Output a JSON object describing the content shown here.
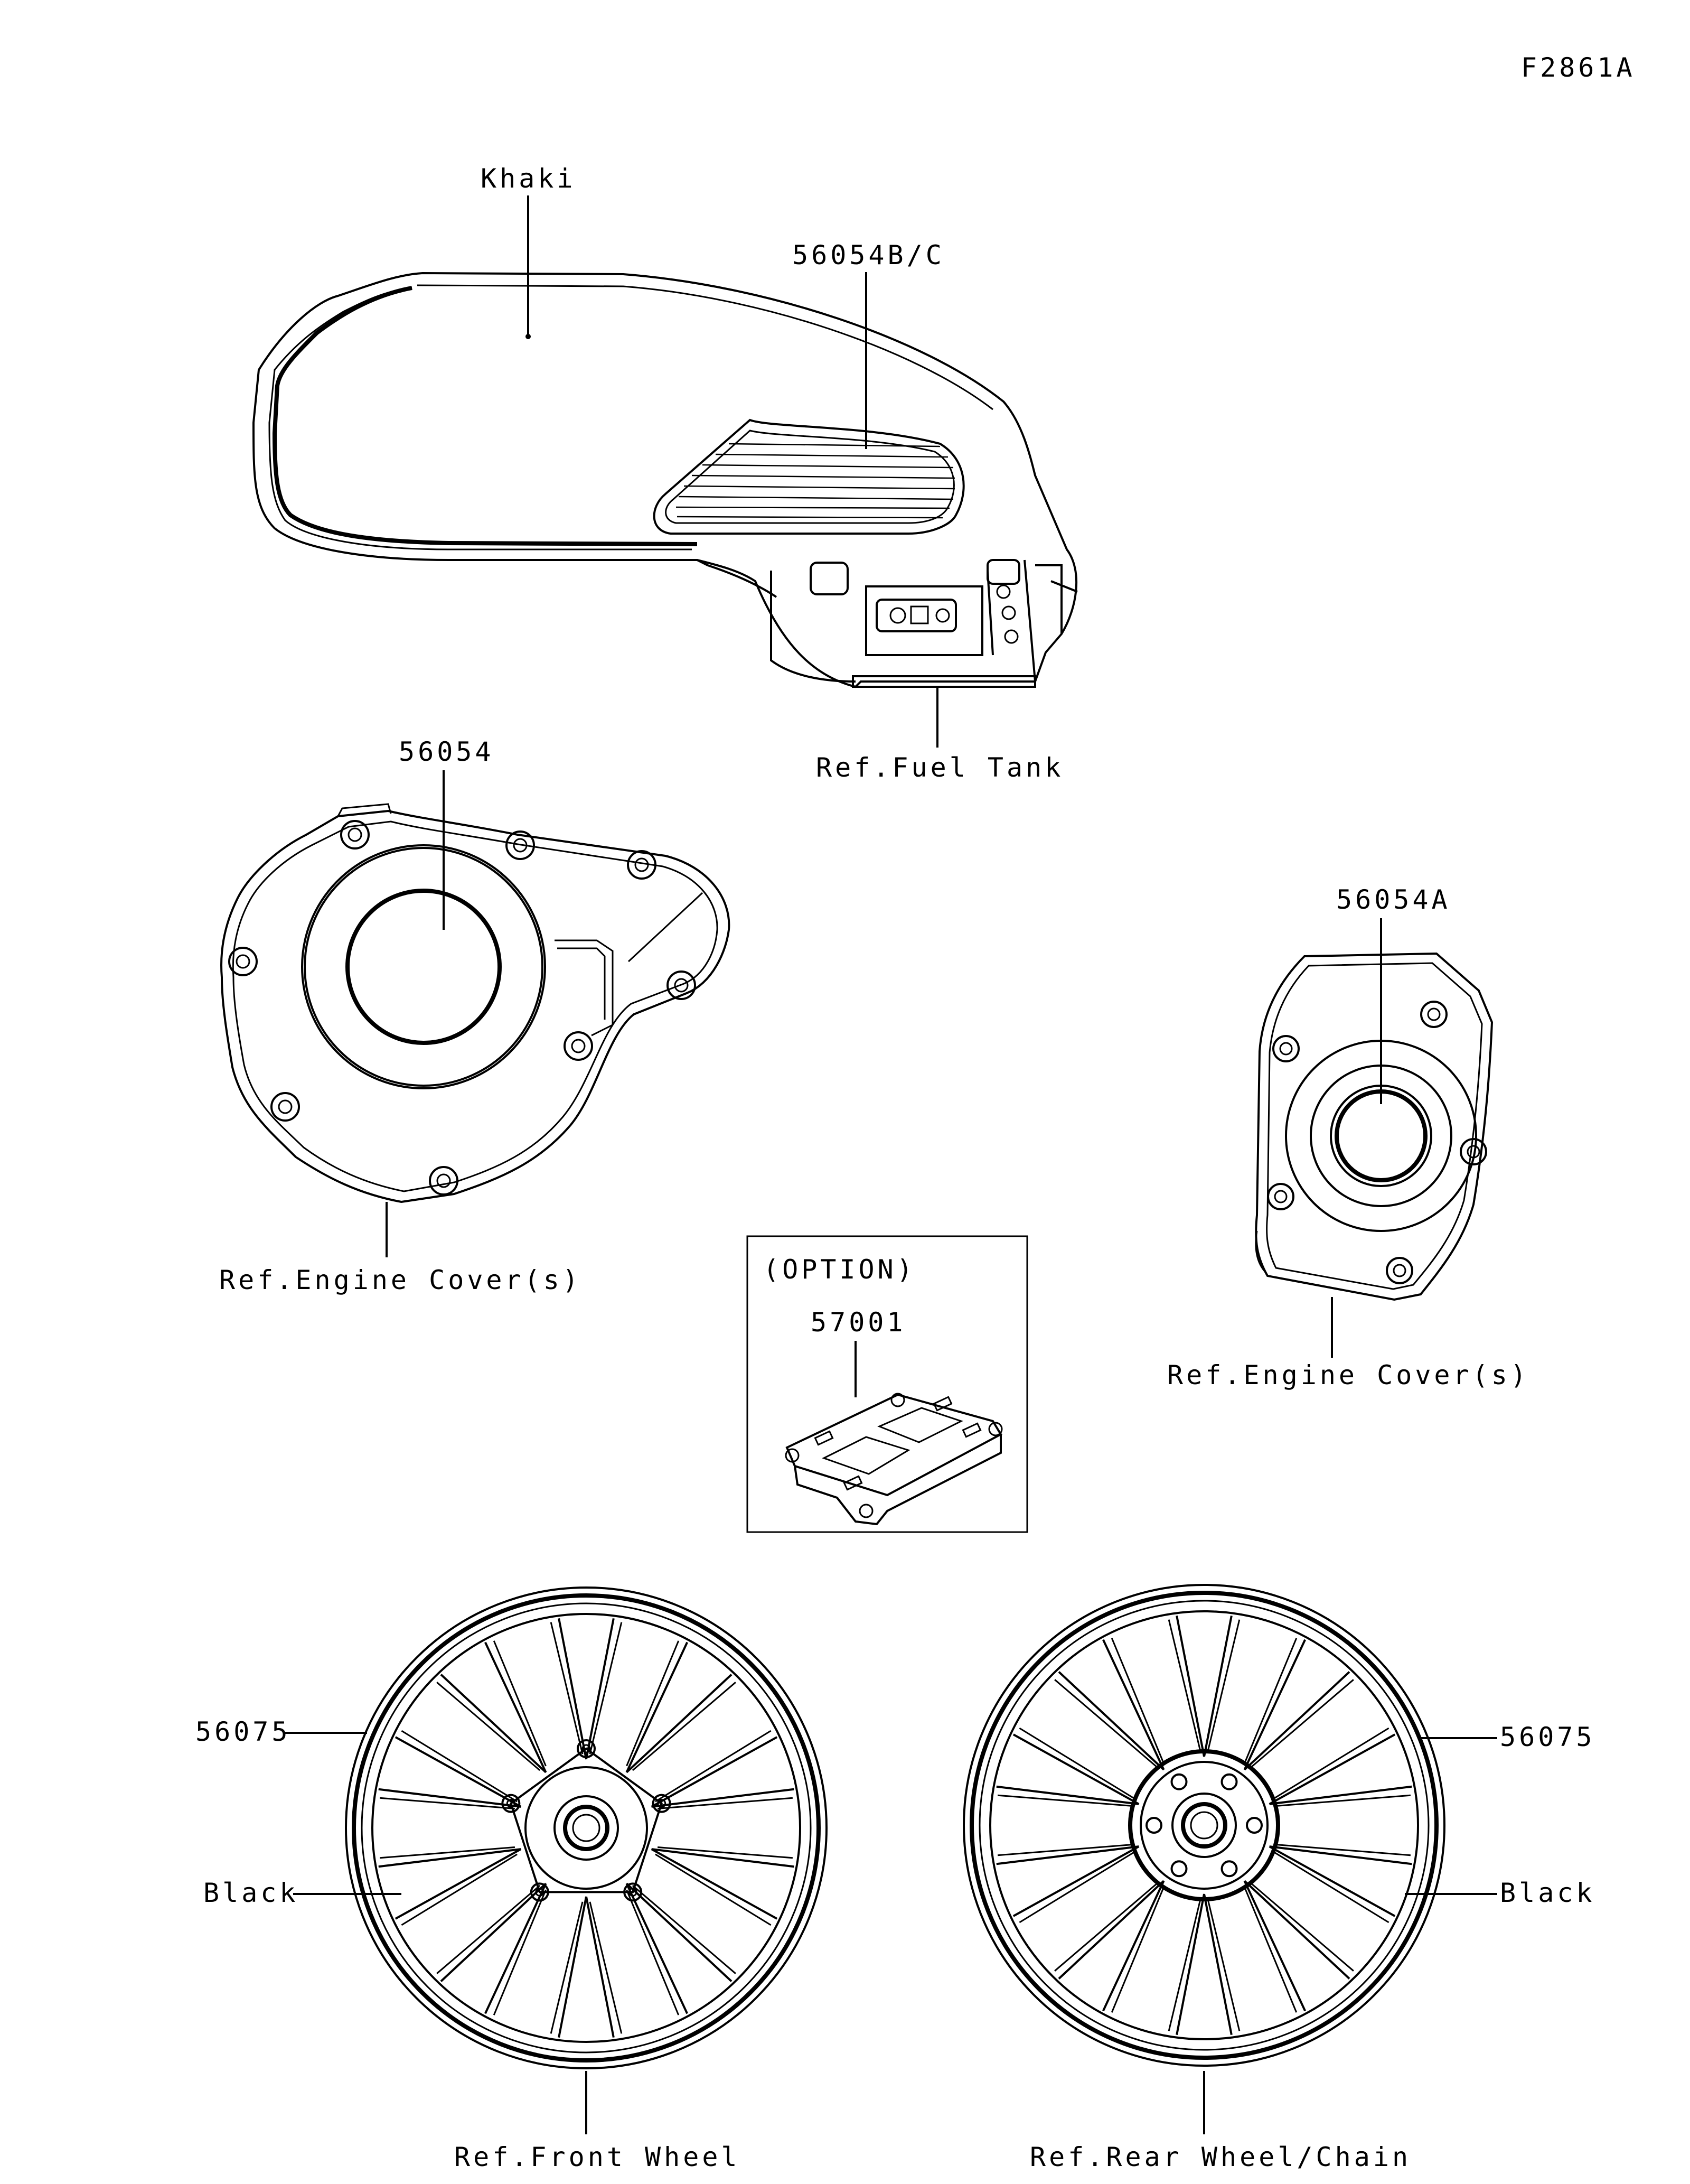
{
  "figure_id": "F2861A",
  "labels": {
    "khaki": "Khaki",
    "tank_decal": "56054B/C",
    "ref_fuel_tank": "Ref.Fuel Tank",
    "left_cover_part": "56054",
    "ref_engine_cover_left": "Ref.Engine Cover(s)",
    "right_cover_part": "56054A",
    "ref_engine_cover_right": "Ref.Engine Cover(s)",
    "option_title": "(OPTION)",
    "option_part": "57001",
    "front_wheel_part": "56075",
    "front_wheel_color": "Black",
    "ref_front_wheel": "Ref.Front Wheel",
    "rear_wheel_part": "56075",
    "rear_wheel_color": "Black",
    "ref_rear_wheel": "Ref.Rear Wheel/Chain"
  }
}
